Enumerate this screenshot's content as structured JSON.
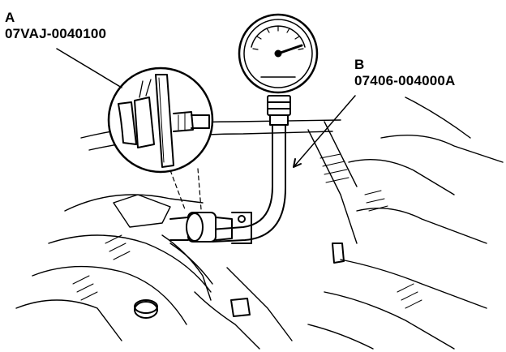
{
  "callouts": {
    "a": {
      "letter": "A",
      "part_number": "07VAJ-0040100"
    },
    "b": {
      "letter": "B",
      "part_number": "07406-004000A"
    }
  },
  "colors": {
    "ink": "#000000",
    "paper": "#ffffff"
  },
  "icons": {
    "gauge": "pressure-gauge-icon",
    "detail": "magnified-detail-circle"
  }
}
